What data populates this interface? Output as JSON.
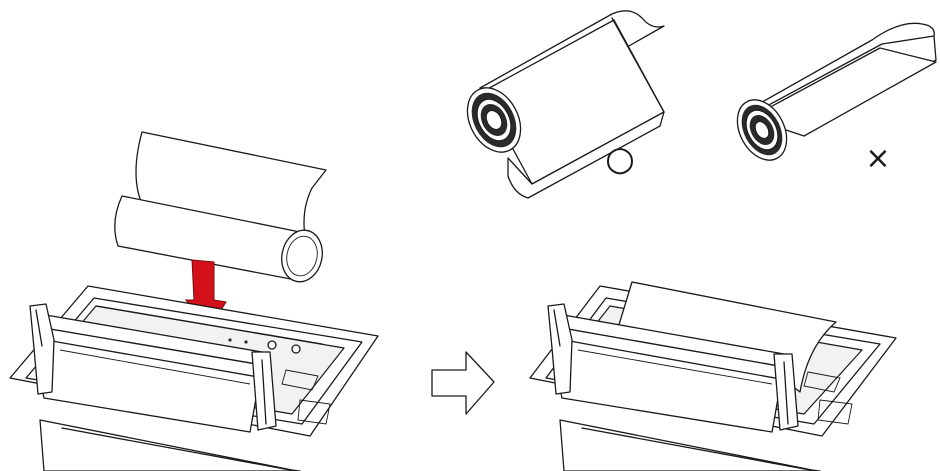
{
  "diagram": {
    "steps": [
      {
        "id": "load-paper",
        "description_icons": [
          "paper-roll",
          "down-arrow",
          "printer-open"
        ]
      },
      {
        "id": "paper-loaded",
        "description_icons": [
          "printer-with-paper"
        ]
      }
    ],
    "examples": [
      {
        "id": "correct-orientation",
        "mark": "○"
      },
      {
        "id": "wrong-orientation",
        "mark": "×"
      }
    ],
    "colors": {
      "arrow_red": "#d4111a",
      "line": "#1a1a1a",
      "background": "#ffffff"
    },
    "icons": {
      "process_arrow": "right-arrow-icon",
      "insert_arrow": "down-arrow-icon"
    }
  }
}
